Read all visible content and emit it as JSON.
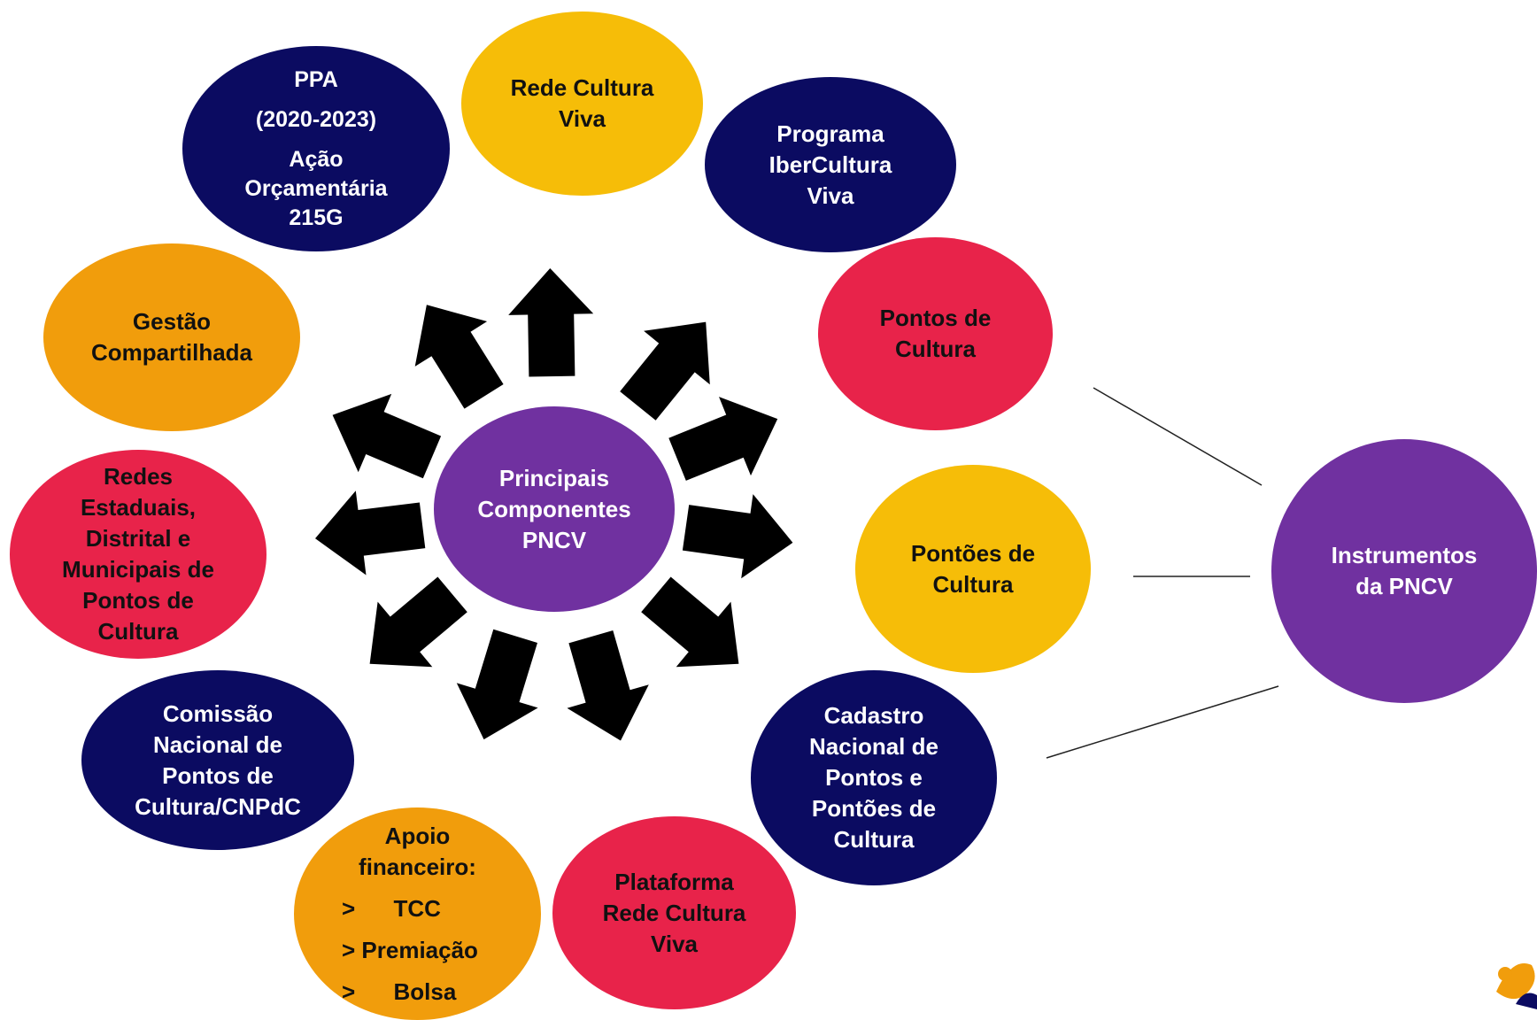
{
  "center": {
    "lines": [
      "Principais",
      "Componentes",
      "PNCV"
    ]
  },
  "components": [
    {
      "id": "ppa",
      "lines": [
        "PPA",
        "(2020-2023)",
        "Ação",
        "Orçamentária",
        "215G"
      ]
    },
    {
      "id": "rede-cultura-viva",
      "lines": [
        "Rede Cultura",
        "Viva"
      ]
    },
    {
      "id": "ibercultura",
      "lines": [
        "Programa",
        "IberCultura",
        "Viva"
      ]
    },
    {
      "id": "pontos-de-cultura",
      "lines": [
        "Pontos de",
        "Cultura"
      ]
    },
    {
      "id": "pontoes-de-cultura",
      "lines": [
        "Pontões de",
        "Cultura"
      ]
    },
    {
      "id": "cadastro-nacional",
      "lines": [
        "Cadastro",
        "Nacional de",
        "Pontos e",
        "Pontões de",
        "Cultura"
      ]
    },
    {
      "id": "plataforma",
      "lines": [
        "Plataforma",
        "Rede Cultura",
        "Viva"
      ]
    },
    {
      "id": "apoio-financeiro",
      "lines": [
        "Apoio",
        "financeiro:"
      ],
      "items": [
        ">      TCC",
        "> Premiação",
        ">      Bolsa"
      ]
    },
    {
      "id": "comissao",
      "lines": [
        "Comissão",
        "Nacional de",
        "Pontos de",
        "Cultura/CNPdC"
      ]
    },
    {
      "id": "redes-estaduais",
      "lines": [
        "Redes",
        "Estaduais,",
        "Distrital e",
        "Municipais de",
        "Pontos de",
        "Cultura"
      ]
    },
    {
      "id": "gestao-compartilhada",
      "lines": [
        "Gestão",
        "Compartilhada"
      ]
    }
  ],
  "instrumentos": {
    "lines": [
      "Instrumentos",
      "da PNCV"
    ]
  },
  "colors": {
    "navy": "#0b0b61",
    "yellow": "#f6bd08",
    "red": "#e8234a",
    "orange": "#f19d0c",
    "purple": "#7031a0",
    "arrow": "#000000"
  }
}
